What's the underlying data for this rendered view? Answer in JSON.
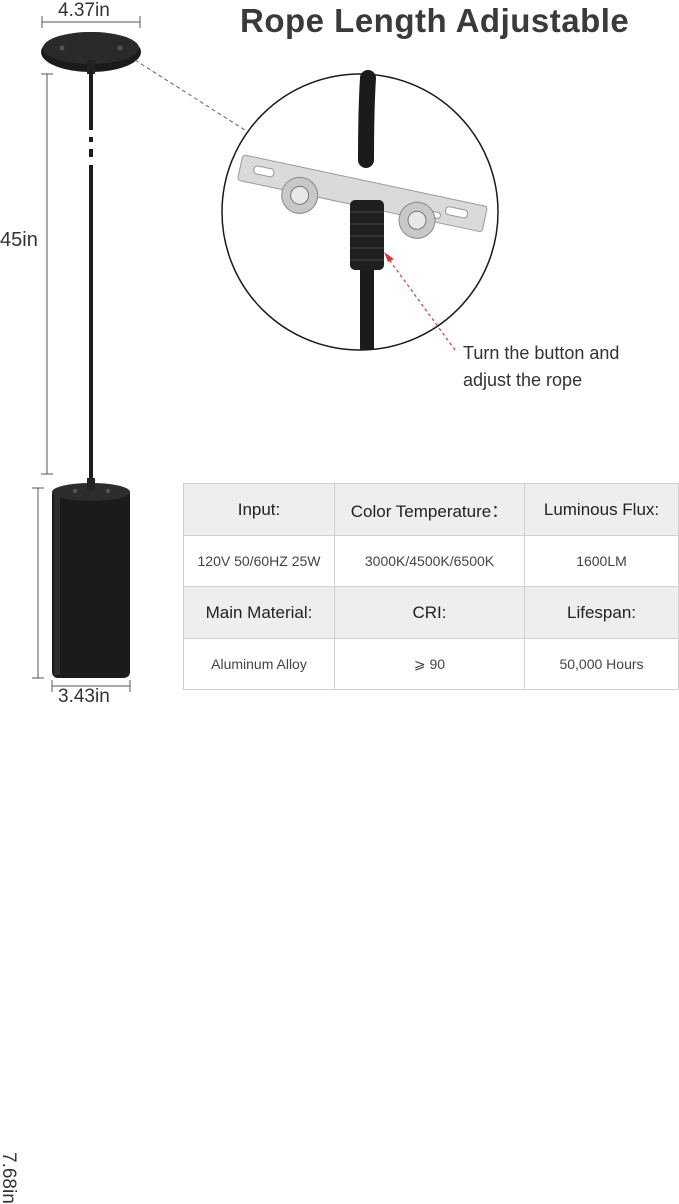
{
  "title": "Rope Length Adjustable",
  "dimensions": {
    "canopy_width": "4.37in",
    "rope_length": "45in",
    "body_height": "7.68in",
    "body_width": "3.43in"
  },
  "callout": {
    "line1": "Turn the button and",
    "line2": "adjust the rope"
  },
  "specs": {
    "headers": [
      "Input:",
      "Color Temperature：",
      "Luminous Flux:"
    ],
    "values": [
      "120V 50/60HZ 25W",
      "3000K/4500K/6500K",
      "1600LM"
    ],
    "headers2": [
      "Main Material:",
      "CRI:",
      "Lifespan:"
    ],
    "values2": [
      "Aluminum Alloy",
      "⩾ 90",
      "50,000 Hours"
    ]
  },
  "colors": {
    "fixture": "#1b1b1b",
    "callout_arrow": "#d23a3a",
    "table_header_bg": "#eeeeee"
  }
}
